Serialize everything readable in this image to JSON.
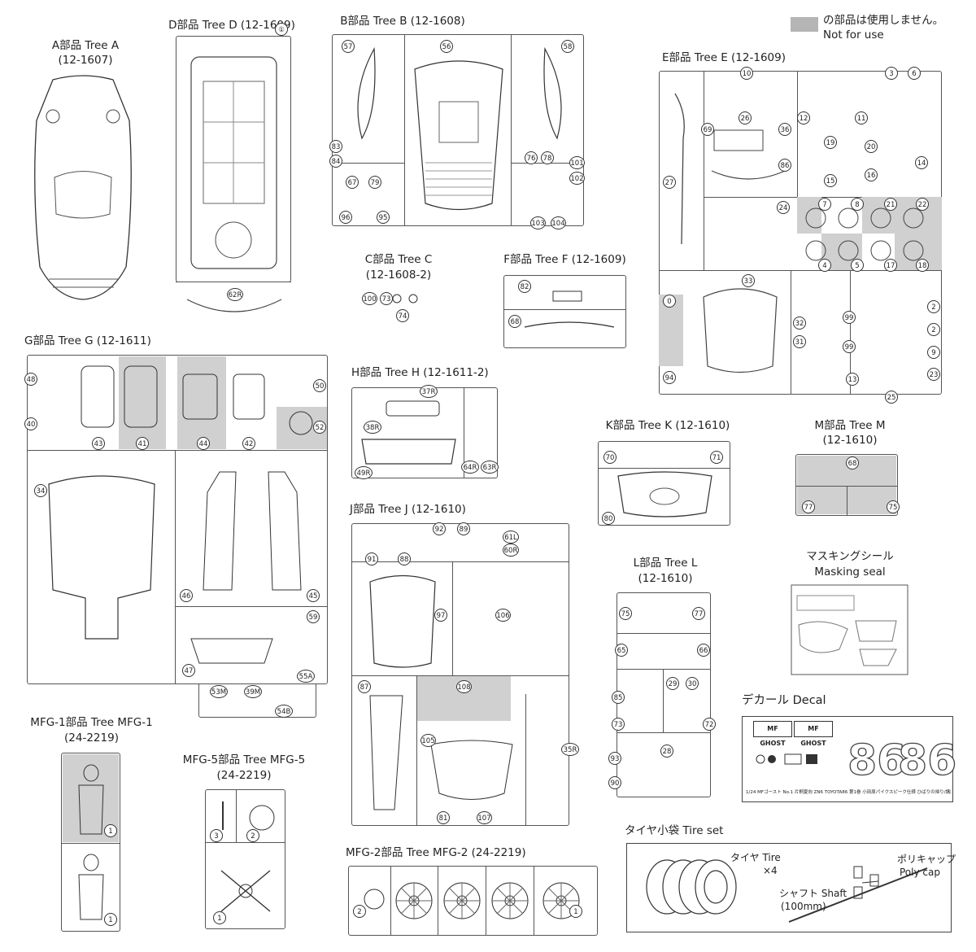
{
  "legend": {
    "line1": "の部品は使用しません。",
    "line2": "Not for use",
    "swatch_color": "#b5b5b5"
  },
  "trees": {
    "a": {
      "l1": "A部品 Tree A",
      "l2": "(12-1607)"
    },
    "d": {
      "l1": "D部品 Tree D (12-1609)"
    },
    "b": {
      "l1": "B部品 Tree B (12-1608)"
    },
    "e": {
      "l1": "E部品 Tree E (12-1609)"
    },
    "c": {
      "l1": "C部品 Tree C",
      "l2": "(12-1608-2)"
    },
    "f": {
      "l1": "F部品 Tree F (12-1609)"
    },
    "g": {
      "l1": "G部品 Tree G (12-1611)"
    },
    "h": {
      "l1": "H部品 Tree H (12-1611-2)"
    },
    "k": {
      "l1": "K部品 Tree K (12-1610)"
    },
    "m": {
      "l1": "M部品 Tree M",
      "l2": "(12-1610)"
    },
    "j": {
      "l1": "J部品 Tree J (12-1610)"
    },
    "l": {
      "l1": "L部品 Tree L",
      "l2": "(12-1610)"
    },
    "mask": {
      "l1": "マスキングシール",
      "l2": "Masking seal"
    },
    "decal": {
      "l1": "デカール Decal"
    },
    "mfg1": {
      "l1": "MFG-1部品 Tree MFG-1",
      "l2": "(24-2219)"
    },
    "mfg5": {
      "l1": "MFG-5部品 Tree MFG-5",
      "l2": "(24-2219)"
    },
    "mfg2": {
      "l1": "MFG-2部品 Tree MFG-2 (24-2219)"
    },
    "tire": {
      "l1": "タイヤ小袋  Tire set"
    }
  },
  "decal": {
    "logo": "MF GHOST",
    "number": "86",
    "caption": "1/24 MFゴースト No.1 片桐夏向 ZN6 TOYOTA86 第1巻 小田原パイクスピーク仕様 ひばりの帰り/講談社"
  },
  "tire_set": {
    "tire_label": "タイヤ Tire",
    "tire_qty": "×4",
    "polycap_label": "ポリキャップ",
    "polycap_en": "Poly cap",
    "shaft_label": "シャフト Shaft",
    "shaft_len": "(100mm)"
  },
  "parts": {
    "d": [
      "①",
      "62R"
    ],
    "b": [
      "57",
      "56",
      "58",
      "83",
      "84",
      "67",
      "79",
      "76",
      "78",
      "101",
      "102",
      "96",
      "95",
      "103",
      "104"
    ],
    "c": [
      "100",
      "73",
      "74"
    ],
    "f": [
      "82",
      "68"
    ],
    "e": [
      "10",
      "3",
      "6",
      "12",
      "11",
      "26",
      "69",
      "36",
      "27",
      "19",
      "20",
      "86",
      "15",
      "16",
      "14",
      "24",
      "7",
      "8",
      "21",
      "22",
      "4",
      "5",
      "17",
      "18",
      "33",
      "0",
      "32",
      "99",
      "2",
      "31",
      "99",
      "2",
      "9",
      "94",
      "13",
      "23",
      "25"
    ],
    "g": [
      "48",
      "50",
      "40",
      "52",
      "43",
      "41",
      "44",
      "42",
      "34",
      "46",
      "45",
      "59",
      "47",
      "55A",
      "53M",
      "39M",
      "54B"
    ],
    "h": [
      "37R",
      "38R",
      "49R",
      "64R",
      "63R"
    ],
    "k": [
      "70",
      "71",
      "80"
    ],
    "m": [
      "68",
      "77",
      "75"
    ],
    "j": [
      "92",
      "89",
      "91",
      "88",
      "61L",
      "60R",
      "97",
      "106",
      "87",
      "108",
      "105",
      "35R",
      "81",
      "107"
    ],
    "l": [
      "75",
      "77",
      "65",
      "66",
      "29",
      "30",
      "85",
      "73",
      "72",
      "28",
      "93",
      "90"
    ],
    "mfg1": [
      "1",
      "1"
    ],
    "mfg5": [
      "3",
      "2",
      "1"
    ],
    "mfg2": [
      "2",
      "1"
    ]
  }
}
